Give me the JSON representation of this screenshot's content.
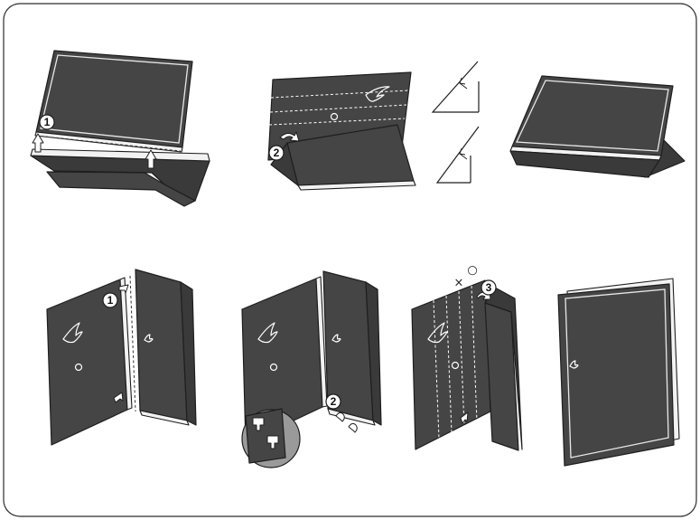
{
  "steps": {
    "step1": "1",
    "step2": "2",
    "step2b": "2",
    "step1b": "1",
    "step3": "3"
  },
  "marks": {
    "wrong": "×",
    "right": "○"
  },
  "colors": {
    "panel": "#454545",
    "outline": "#1e1e1e",
    "zoom": "#9a9a9a"
  },
  "icons": [
    "rog-eye-logo",
    "tripod-hole-icon",
    "arrow-icon"
  ]
}
